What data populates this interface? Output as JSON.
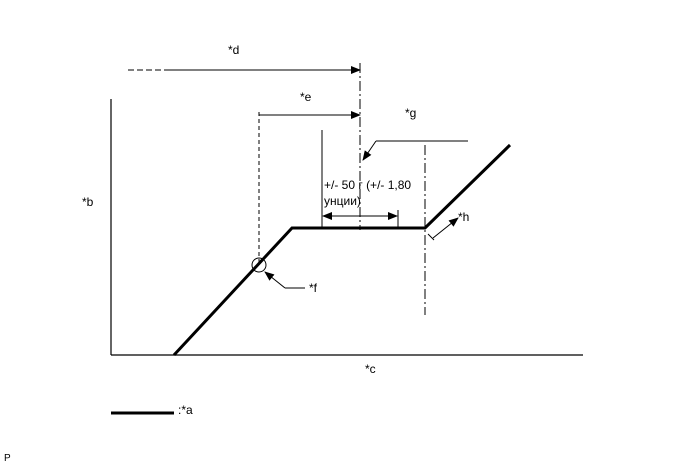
{
  "labels": {
    "a": ":*a",
    "b": "*b",
    "c": "*c",
    "d": "*d",
    "e": "*e",
    "f": "*f",
    "g": "*g",
    "h": "*h"
  },
  "tolerance": {
    "line1": "+/- 50 г (+/- 1,80",
    "line2": "унции)"
  },
  "corner_code": "P",
  "colors": {
    "line": "#000000",
    "background": "#ffffff"
  }
}
